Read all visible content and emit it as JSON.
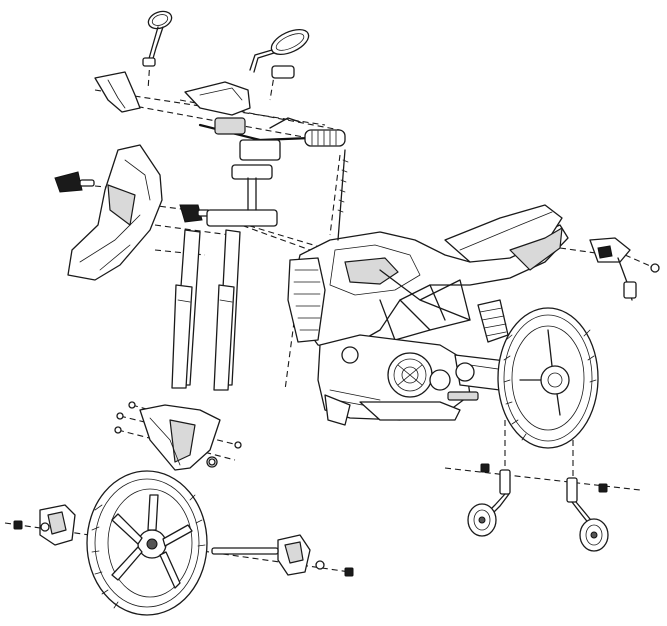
{
  "diagram": {
    "type": "exploded-assembly",
    "subject": "mini motorcycle",
    "colors": {
      "line": "#1a1a1a",
      "background": "#ffffff",
      "shade": "#d9d9d9"
    },
    "parts": [
      "left-mirror",
      "right-mirror",
      "handlebar",
      "handlebar-covers",
      "headlight-fairing",
      "front-left-turn-signal",
      "front-right-turn-signal",
      "front-fork",
      "front-fender",
      "front-wheel",
      "front-brake-caliper-left",
      "front-axle-bracket-right",
      "frame-body",
      "rear-wheel",
      "rear-shock",
      "swingarm",
      "tail-light-assembly",
      "left-training-wheel",
      "right-training-wheel"
    ]
  }
}
